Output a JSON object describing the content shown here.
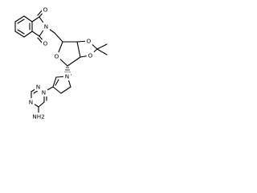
{
  "molecule": {
    "atom_labels": {
      "o_imide_top": "O",
      "o_imide_bottom": "O",
      "n_imide": "N",
      "o_furanose": "O",
      "o_dioxolane_top": "O",
      "o_dioxolane_bottom": "O",
      "n9": "N",
      "n7": "N",
      "n1": "N",
      "n3": "N",
      "nh2": "NH2"
    },
    "colors": {
      "bond": "#000000",
      "heteroatom_text": "#000000",
      "background": "#ffffff"
    }
  }
}
